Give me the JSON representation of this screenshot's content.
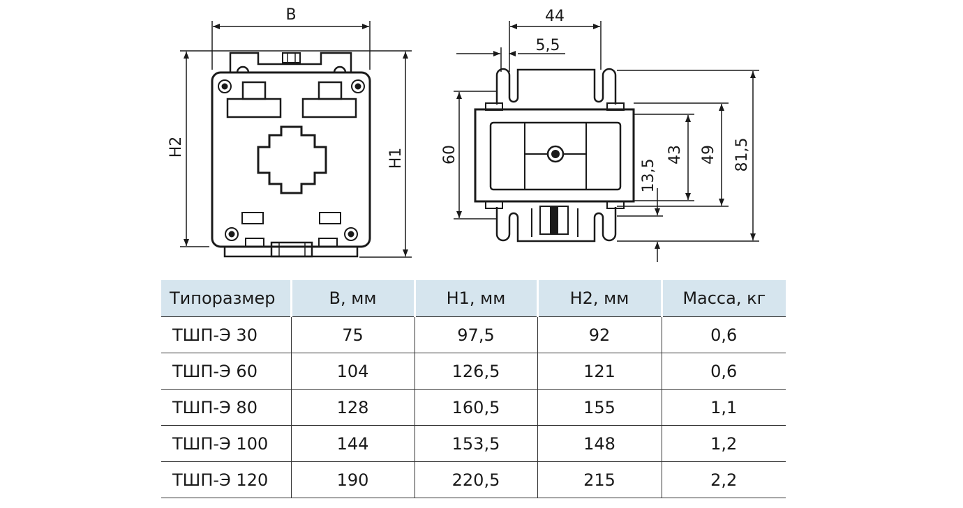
{
  "front_view": {
    "dim_width": "B",
    "dim_h1": "H1",
    "dim_h2": "H2"
  },
  "side_view": {
    "dim_44": "44",
    "dim_5_5": "5,5",
    "dim_60": "60",
    "dim_13_5": "13,5",
    "dim_43": "43",
    "dim_49": "49",
    "dim_81_5": "81,5"
  },
  "table": {
    "headers": [
      "Типоразмер",
      "B, мм",
      "H1, мм",
      "H2, мм",
      "Масса, кг"
    ],
    "rows": [
      [
        "ТШП-Э 30",
        "75",
        "97,5",
        "92",
        "0,6"
      ],
      [
        "ТШП-Э 60",
        "104",
        "126,5",
        "121",
        "0,6"
      ],
      [
        "ТШП-Э 80",
        "128",
        "160,5",
        "155",
        "1,1"
      ],
      [
        "ТШП-Э 100",
        "144",
        "153,5",
        "148",
        "1,2"
      ],
      [
        "ТШП-Э 120",
        "190",
        "220,5",
        "215",
        "2,2"
      ]
    ]
  }
}
